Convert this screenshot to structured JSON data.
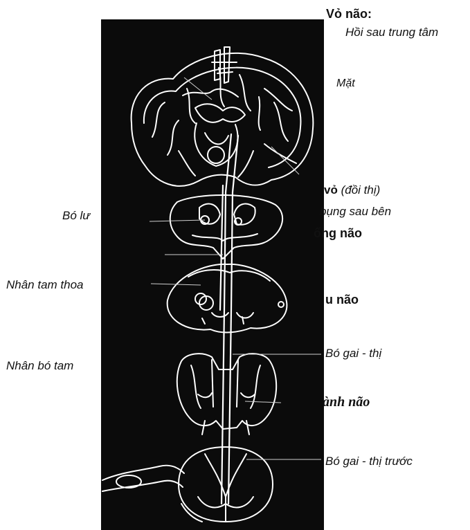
{
  "labels": {
    "cortex_title": "Vỏ não:",
    "postcentral_gyrus": "Hồi sau trung tâm",
    "face": "Mặt",
    "thalamus_cortex_bold": "vỏ",
    "thalamus_cortex_paren": "(đồi thị)",
    "ventral_posterolateral": "bụng sau bên",
    "medial_lemniscus": "Bó lư",
    "midbrain": "ống não",
    "trigeminal_nucleus": "Nhân tam thoa",
    "pons": "u não",
    "spinothalamic_tract": "Bó gai -  thị",
    "trigeminal_tract_nucleus": "Nhân bó tam",
    "medulla": "ành não",
    "anterior_spinothalamic_tract": "Bó gai - thị trước"
  },
  "colors": {
    "figure_background": "#0b0b0b",
    "figure_strokes": "#ffffff",
    "text": "#111111"
  }
}
